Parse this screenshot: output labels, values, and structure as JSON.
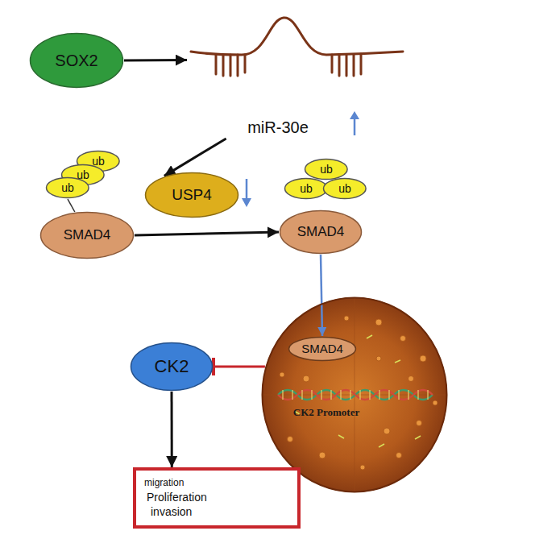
{
  "diagram": {
    "nodes": [
      {
        "text": [
          "SOX2"
        ]
      },
      {
        "text": [
          "miR-30e"
        ]
      },
      {
        "text": [
          "ub"
        ]
      },
      {
        "text": [
          "ub"
        ]
      },
      {
        "text": [
          "ub"
        ]
      },
      {
        "text": [
          "ub"
        ]
      },
      {
        "text": [
          "ub"
        ]
      },
      {
        "text": [
          "ub"
        ]
      },
      {
        "text": [
          "USP4"
        ]
      },
      {
        "text": [
          "SMAD4"
        ]
      },
      {
        "text": [
          "SMAD4"
        ]
      },
      {
        "text": [
          "CK2 Promoter"
        ]
      },
      {
        "text": [
          "SMAD4"
        ],
        "in": 11
      },
      {
        "text": [
          "CK2"
        ]
      },
      {
        "text": [
          "migration",
          "Proliferation",
          "invasion"
        ]
      }
    ],
    "edges": [
      {
        "from": 0,
        "to": 1,
        "arrow": "to"
      },
      {
        "from": 1,
        "to": 8,
        "arrow": "to"
      },
      {
        "from": 9,
        "to": 4,
        "arrow": "none"
      },
      {
        "from": 9,
        "to": 10,
        "arrow": "to"
      },
      {
        "from": 10,
        "to": 12,
        "arrow": "to"
      },
      {
        "from": 11,
        "to": 13,
        "arrow": "to"
      },
      {
        "from": 13,
        "to": 14,
        "arrow": "to"
      }
    ]
  }
}
